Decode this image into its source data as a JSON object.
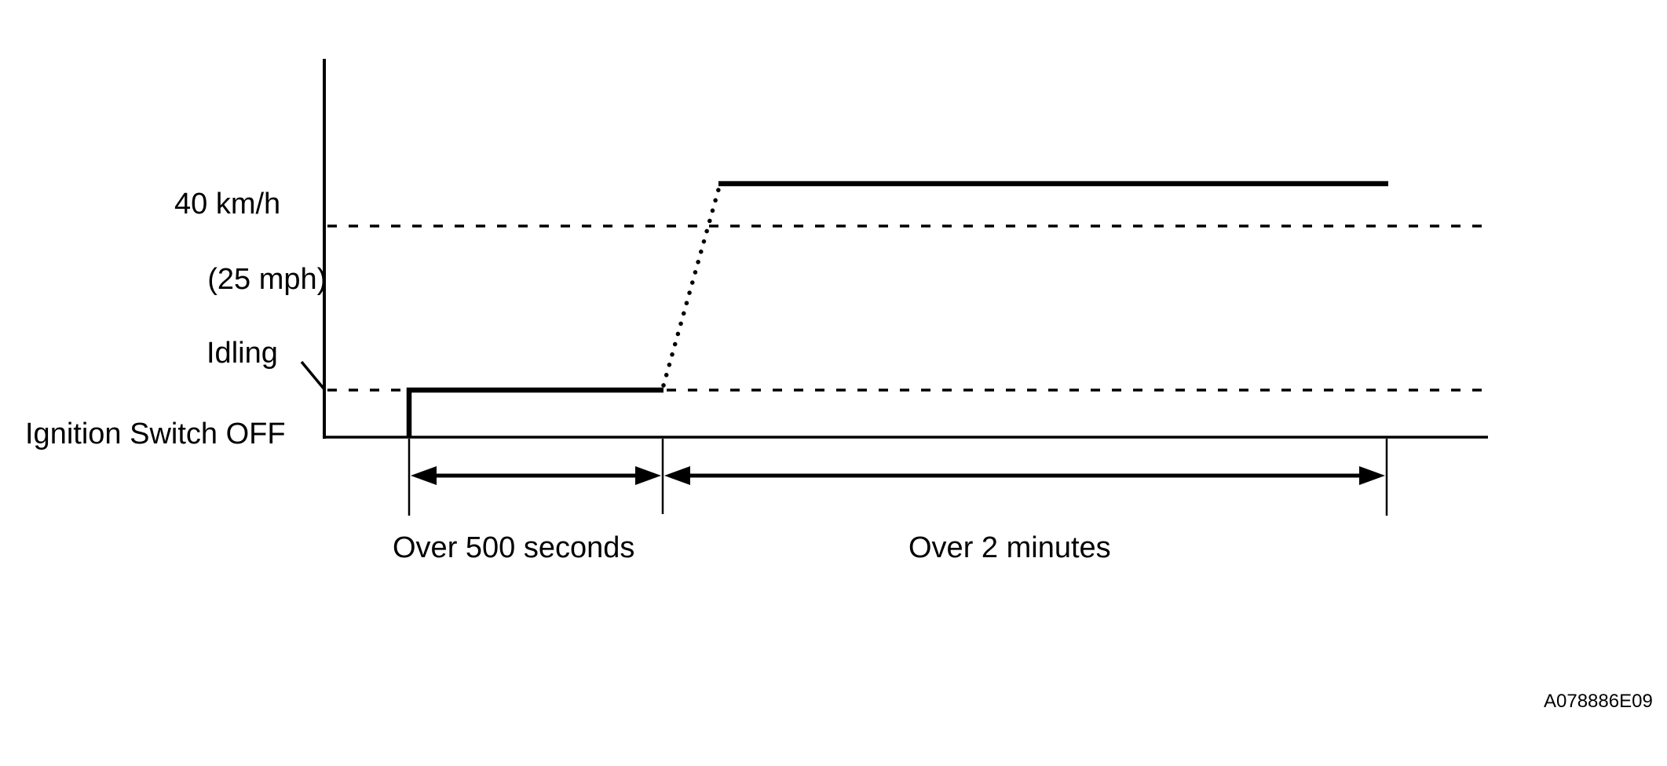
{
  "figure": {
    "code": "A078886E09",
    "background": "#ffffff",
    "line_color": "#000000"
  },
  "axis_labels": {
    "speed_threshold_line1": "40 km/h",
    "speed_threshold_line2": "(25 mph)",
    "idling": "Idling",
    "ignition_off": "Ignition Switch OFF"
  },
  "duration_labels": {
    "idling_phase": "Over 500 seconds",
    "driving_phase": "Over 2 minutes"
  },
  "chart_data": {
    "type": "line",
    "title": "",
    "x_axis": "time",
    "y_levels": [
      "Ignition Switch OFF",
      "Idling",
      "40 km/h (25 mph)"
    ],
    "reference_lines": [
      {
        "level": "40 km/h (25 mph)",
        "style": "dashed"
      },
      {
        "level": "Idling",
        "style": "dashed"
      }
    ],
    "segments": [
      {
        "phase": "ignition-on-rise",
        "from": "Ignition Switch OFF",
        "to": "Idling",
        "style": "solid"
      },
      {
        "phase": "idling-plateau",
        "level": "Idling",
        "duration": "Over 500 seconds",
        "style": "solid"
      },
      {
        "phase": "acceleration-ramp",
        "from": "Idling",
        "to": "above 40 km/h (25 mph)",
        "style": "dotted"
      },
      {
        "phase": "driving-plateau",
        "level": "above 40 km/h (25 mph)",
        "duration": "Over 2 minutes",
        "style": "solid"
      }
    ]
  }
}
